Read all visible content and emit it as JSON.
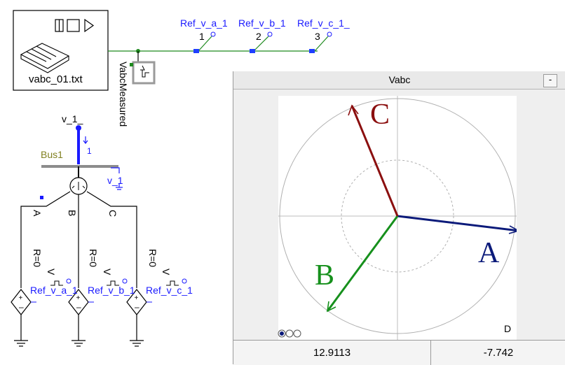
{
  "file_block": {
    "filename": "vabc_01.txt"
  },
  "measure": {
    "label": "VabcMeasured"
  },
  "refs_top": [
    "Ref_v_a_1",
    "Ref_v_b_1",
    "Ref_v_c_1_"
  ],
  "port_numbers": [
    "1",
    "2",
    "3"
  ],
  "bus": {
    "name": "Bus1",
    "voltage_label": "v_1_",
    "probe_label": "v_1",
    "current_label": "1"
  },
  "phases": [
    "A",
    "B",
    "C"
  ],
  "sources": [
    {
      "r_label": "R=0",
      "v_label": "V",
      "ref": "Ref_v_a_1"
    },
    {
      "r_label": "R=0",
      "v_label": "V",
      "ref": "Ref_v_b_1"
    },
    {
      "r_label": "R=0",
      "v_label": "V",
      "ref": "Ref_v_c_1"
    }
  ],
  "scope": {
    "title": "Vabc",
    "minimize_label": "-",
    "corner_label": "D",
    "readout_1": "12.9113",
    "readout_2": "-7.742",
    "phasor_labels": {
      "a": "A",
      "b": "B",
      "c": "C"
    },
    "colors": {
      "a": "#0b1a7a",
      "b": "#16901c",
      "c": "#8b0f0f"
    }
  }
}
